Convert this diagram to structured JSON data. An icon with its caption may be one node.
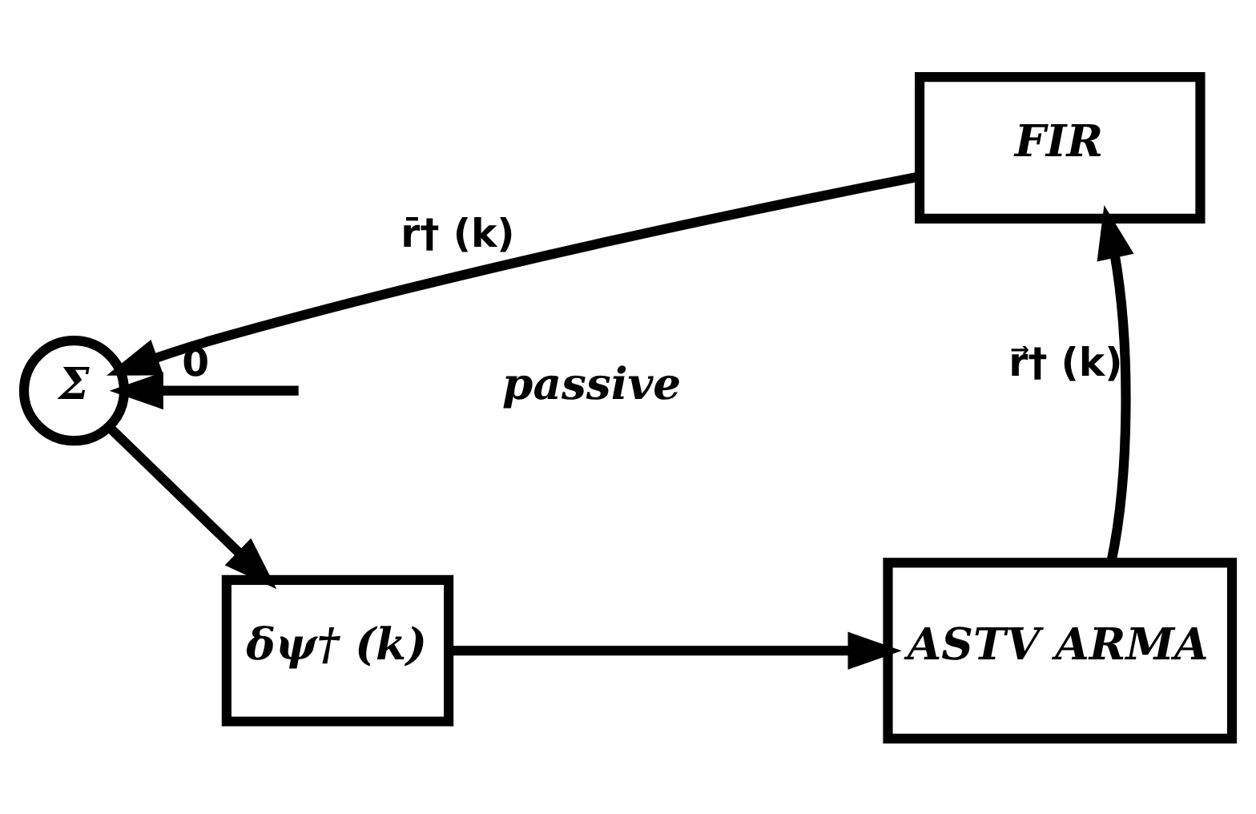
{
  "diagram": {
    "nodes": [
      {
        "text": [
          "FIR"
        ]
      },
      {
        "text": [
          "Σ"
        ]
      },
      {
        "text": [
          "δψ† (k)"
        ]
      },
      {
        "text": [
          "ASTV ARMA"
        ]
      }
    ],
    "edges": [
      {
        "from": 0,
        "to": 1,
        "arrow": "to",
        "label": "r̄† (k)"
      },
      {
        "from": null,
        "to": 1,
        "arrow": "to",
        "label": "0"
      },
      {
        "from": 1,
        "to": 2,
        "arrow": "to"
      },
      {
        "from": 2,
        "to": 3,
        "arrow": "to"
      },
      {
        "from": 3,
        "to": 0,
        "arrow": "to",
        "label": "r⃗† (k)"
      }
    ],
    "labels": [
      "passive"
    ]
  }
}
